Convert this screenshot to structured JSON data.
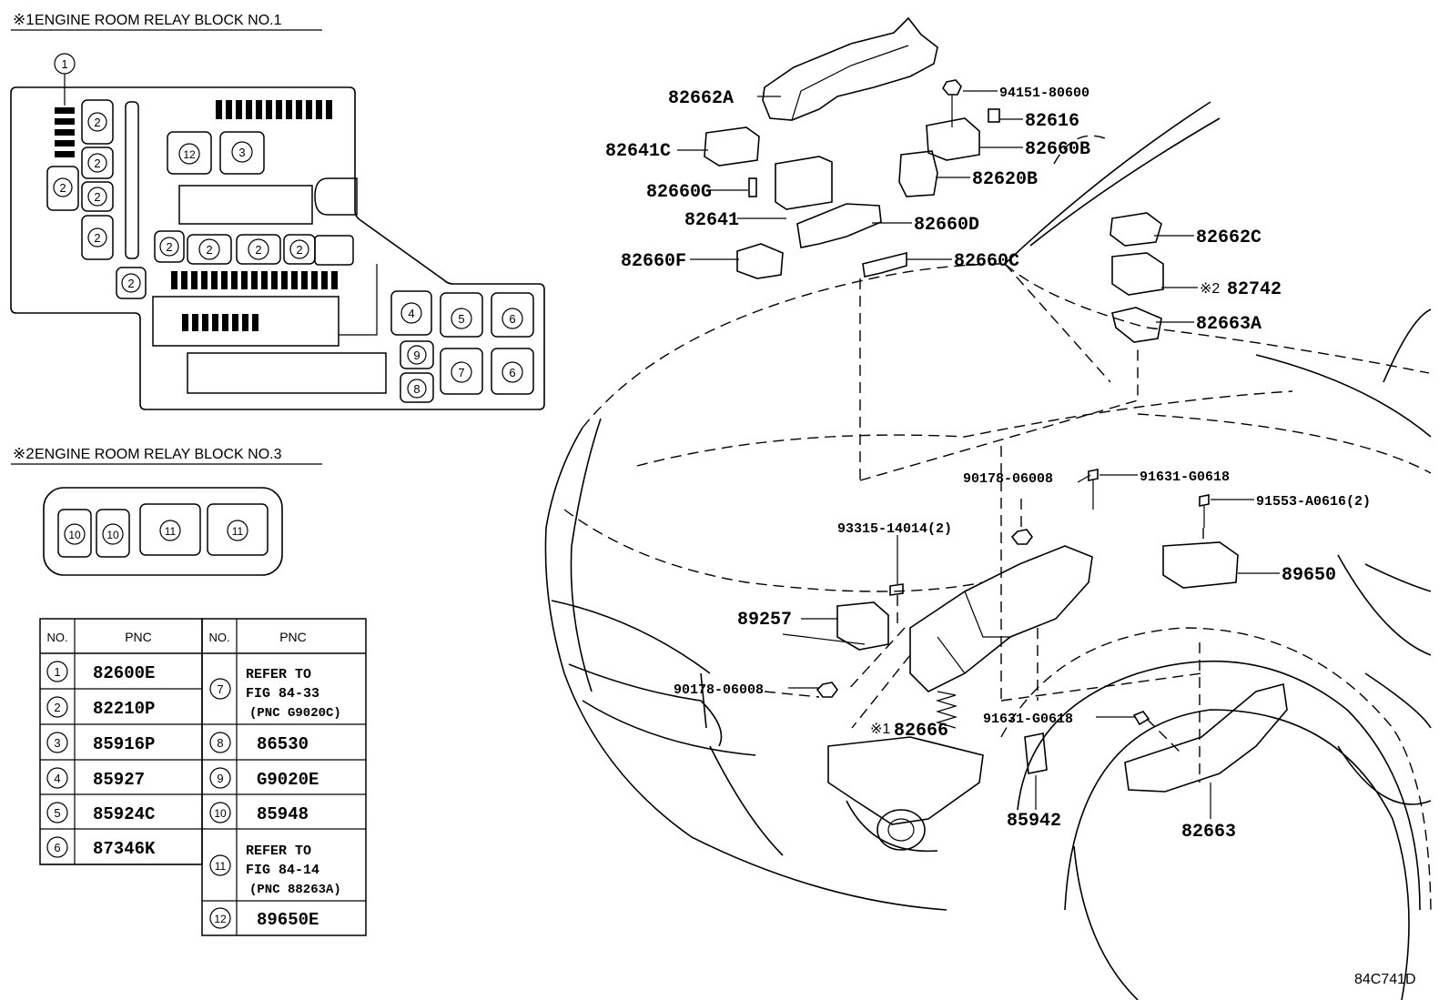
{
  "header1": {
    "mark": "※1",
    "title": "ENGINE ROOM RELAY BLOCK NO.1"
  },
  "header2": {
    "mark": "※2",
    "title": "ENGINE ROOM RELAY BLOCK NO.3"
  },
  "callout_1": "1",
  "block1_nums": [
    "2",
    "2",
    "2",
    "2",
    "2",
    "12",
    "3",
    "2",
    "2",
    "2",
    "2",
    "2",
    "4",
    "5",
    "6",
    "9",
    "7",
    "6",
    "8"
  ],
  "block2_nums": [
    "10",
    "10",
    "11",
    "11"
  ],
  "table": {
    "no_header": "NO.",
    "pnc_header": "PNC",
    "left": [
      {
        "no": "1",
        "pnc": "82600E"
      },
      {
        "no": "2",
        "pnc": "82210P"
      },
      {
        "no": "3",
        "pnc": "85916P"
      },
      {
        "no": "4",
        "pnc": "85927"
      },
      {
        "no": "5",
        "pnc": "85924C"
      },
      {
        "no": "6",
        "pnc": "87346K"
      }
    ],
    "right": [
      {
        "no": "7",
        "lines": [
          "REFER TO",
          "FIG 84-33",
          "(PNC G9020C)"
        ]
      },
      {
        "no": "8",
        "lines": [
          "86530"
        ]
      },
      {
        "no": "9",
        "lines": [
          "G9020E"
        ]
      },
      {
        "no": "10",
        "lines": [
          "85948"
        ]
      },
      {
        "no": "11",
        "lines": [
          "REFER TO",
          "FIG 84-14",
          "(PNC 88263A)"
        ]
      },
      {
        "no": "12",
        "lines": [
          "89650E"
        ]
      }
    ]
  },
  "labels": {
    "p82662A": "82662A",
    "p94151": "94151-80600",
    "p82616": "82616",
    "p82641C": "82641C",
    "p82660B": "82660B",
    "p82620B": "82620B",
    "p82660G": "82660G",
    "p82641": "82641",
    "p82660D": "82660D",
    "p82660F": "82660F",
    "p82660C": "82660C",
    "p82662C": "82662C",
    "p82742_mark": "※2",
    "p82742": "82742",
    "p82663A": "82663A",
    "p90178a": "90178-06008",
    "p91631a": "91631-G0618",
    "p91553": "91553-A0616(2)",
    "p93315": "93315-14014(2)",
    "p89650": "89650",
    "p89257": "89257",
    "p90178b": "90178-06008",
    "p91631b": "91631-G0618",
    "p82666_mark": "※1",
    "p82666": "82666",
    "p85942": "85942",
    "p82663": "82663"
  },
  "figure_code": "84C741D"
}
